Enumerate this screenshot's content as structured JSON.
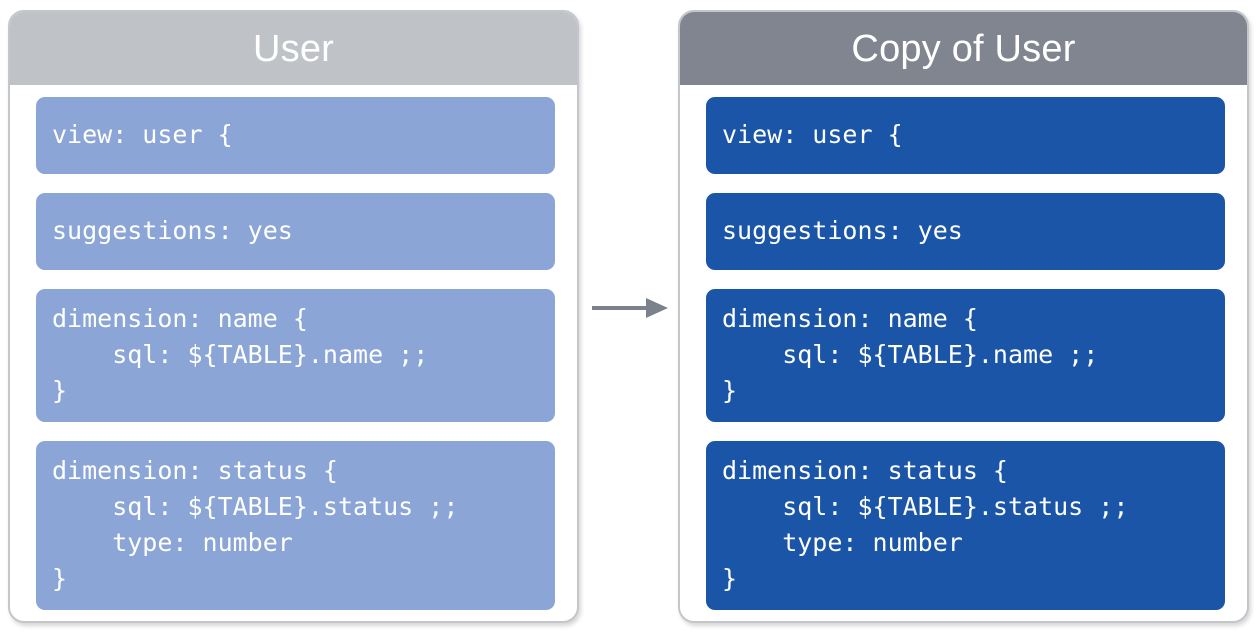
{
  "diagram": {
    "title_semantic": "looker-view-copy-diagram",
    "colors": {
      "source_header_bg": "#bfc2c6",
      "copy_header_bg": "#80858f",
      "source_block_bg": "#8ba5d6",
      "copy_block_bg": "#1b55a8",
      "panel_border": "#c3c6ca",
      "arrow": "#7c828c",
      "text_on_block": "#ffffff",
      "page_bg": "#ffffff"
    },
    "arrow": {
      "icon": "arrow-right-icon",
      "direction": "right",
      "label": ""
    }
  },
  "source_panel": {
    "title": "User",
    "blocks": [
      {
        "id": "view-declaration",
        "code": "view: user {"
      },
      {
        "id": "suggestions-setting",
        "code": "suggestions: yes"
      },
      {
        "id": "dimension-name",
        "code": "dimension: name {\n    sql: ${TABLE}.name ;;\n}"
      },
      {
        "id": "dimension-status",
        "code": "dimension: status {\n    sql: ${TABLE}.status ;;\n    type: number\n}"
      }
    ]
  },
  "copy_panel": {
    "title": "Copy of User",
    "blocks": [
      {
        "id": "view-declaration",
        "code": "view: user {"
      },
      {
        "id": "suggestions-setting",
        "code": "suggestions: yes"
      },
      {
        "id": "dimension-name",
        "code": "dimension: name {\n    sql: ${TABLE}.name ;;\n}"
      },
      {
        "id": "dimension-status",
        "code": "dimension: status {\n    sql: ${TABLE}.status ;;\n    type: number\n}"
      }
    ]
  }
}
